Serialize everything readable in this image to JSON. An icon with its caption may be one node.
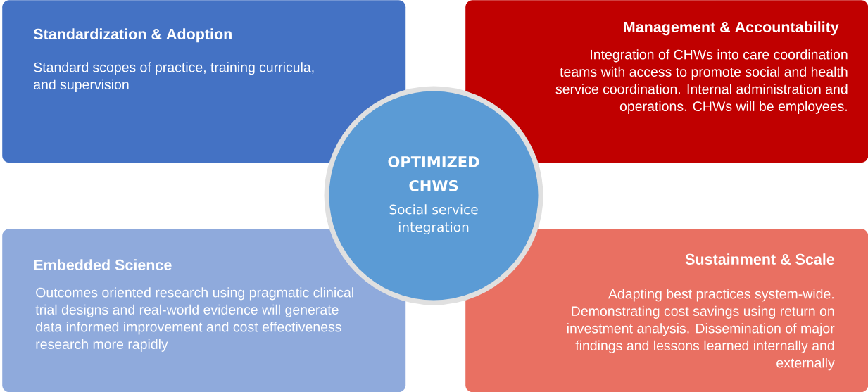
{
  "diagram": {
    "nodes": [
      {
        "text": [
          "Standardization & Adoption",
          "Standard scopes of practice, training curricula, and supervision"
        ]
      },
      {
        "text": [
          "Management & Accountability",
          "Integration of CHWs into care coordination teams with access to promote social and health service coordination. Internal administration and operations. CHWs will be employees."
        ]
      },
      {
        "text": [
          "OPTIMIZED CHWS",
          "Social service integration"
        ]
      },
      {
        "text": [
          "Embedded Science",
          "Outcomes oriented research using pragmatic clinical trial designs and real-world evidence will generate data informed improvement and cost effectiveness research more rapidly"
        ]
      },
      {
        "text": [
          "Sustainment & Scale",
          "Adapting best practices system-wide. Demonstrating cost savings using return on investment analysis. Dissemination of major findings and lessons learned internally and externally"
        ]
      }
    ]
  }
}
